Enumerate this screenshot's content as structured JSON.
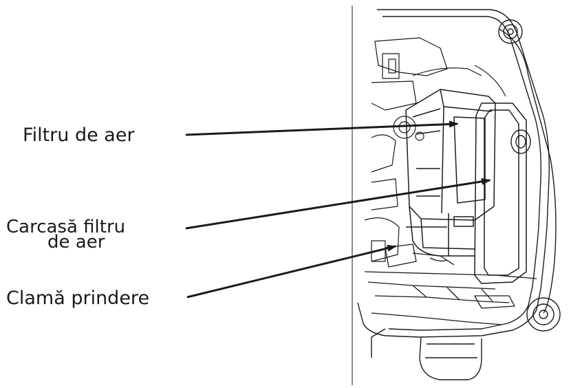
{
  "labels": {
    "air_filter": "Filtru de aer",
    "filter_housing_line1": "Carcasă filtru",
    "filter_housing_line2": "de aer",
    "retaining_clip": "Clamă prindere"
  },
  "colors": {
    "line": "#1a1a1a",
    "background": "#ffffff"
  }
}
